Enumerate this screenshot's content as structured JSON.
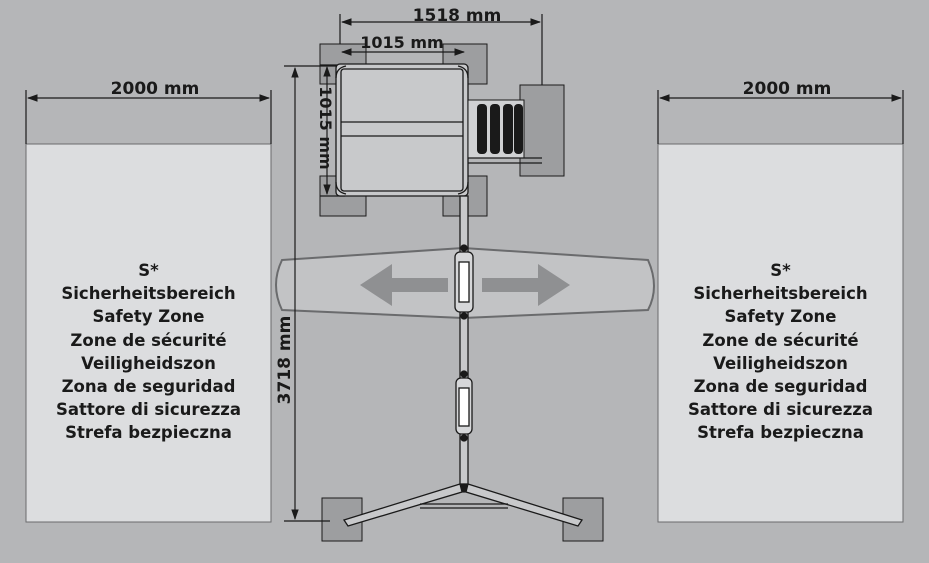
{
  "dimensions": {
    "left_width": "2000 mm",
    "right_width": "2000 mm",
    "top_width": "1518 mm",
    "inner_width": "1015 mm",
    "inner_height": "1015 mm",
    "total_length": "3718 mm"
  },
  "left_zone": {
    "lines": [
      "S*",
      "Sicherheitsbereich",
      "Safety Zone",
      "Zone de sécurité",
      "Veiligheidszon",
      "Zona de seguridad",
      "Sattore di sicurezza",
      "Strefa bezpieczna"
    ]
  },
  "right_zone": {
    "lines": [
      "S*",
      "Sicherheitsbereich",
      "Safety Zone",
      "Zone de sécurité",
      "Veiligheidszon",
      "Zona de seguridad",
      "Sattore di sicurezza",
      "Strefa bezpieczna"
    ]
  },
  "colors": {
    "background": "#b5b6b8",
    "zone_fill": "#dcdddf",
    "pad_fill": "#9d9ea0",
    "line": "#1a1a1a",
    "arrow": "#8f9092"
  }
}
